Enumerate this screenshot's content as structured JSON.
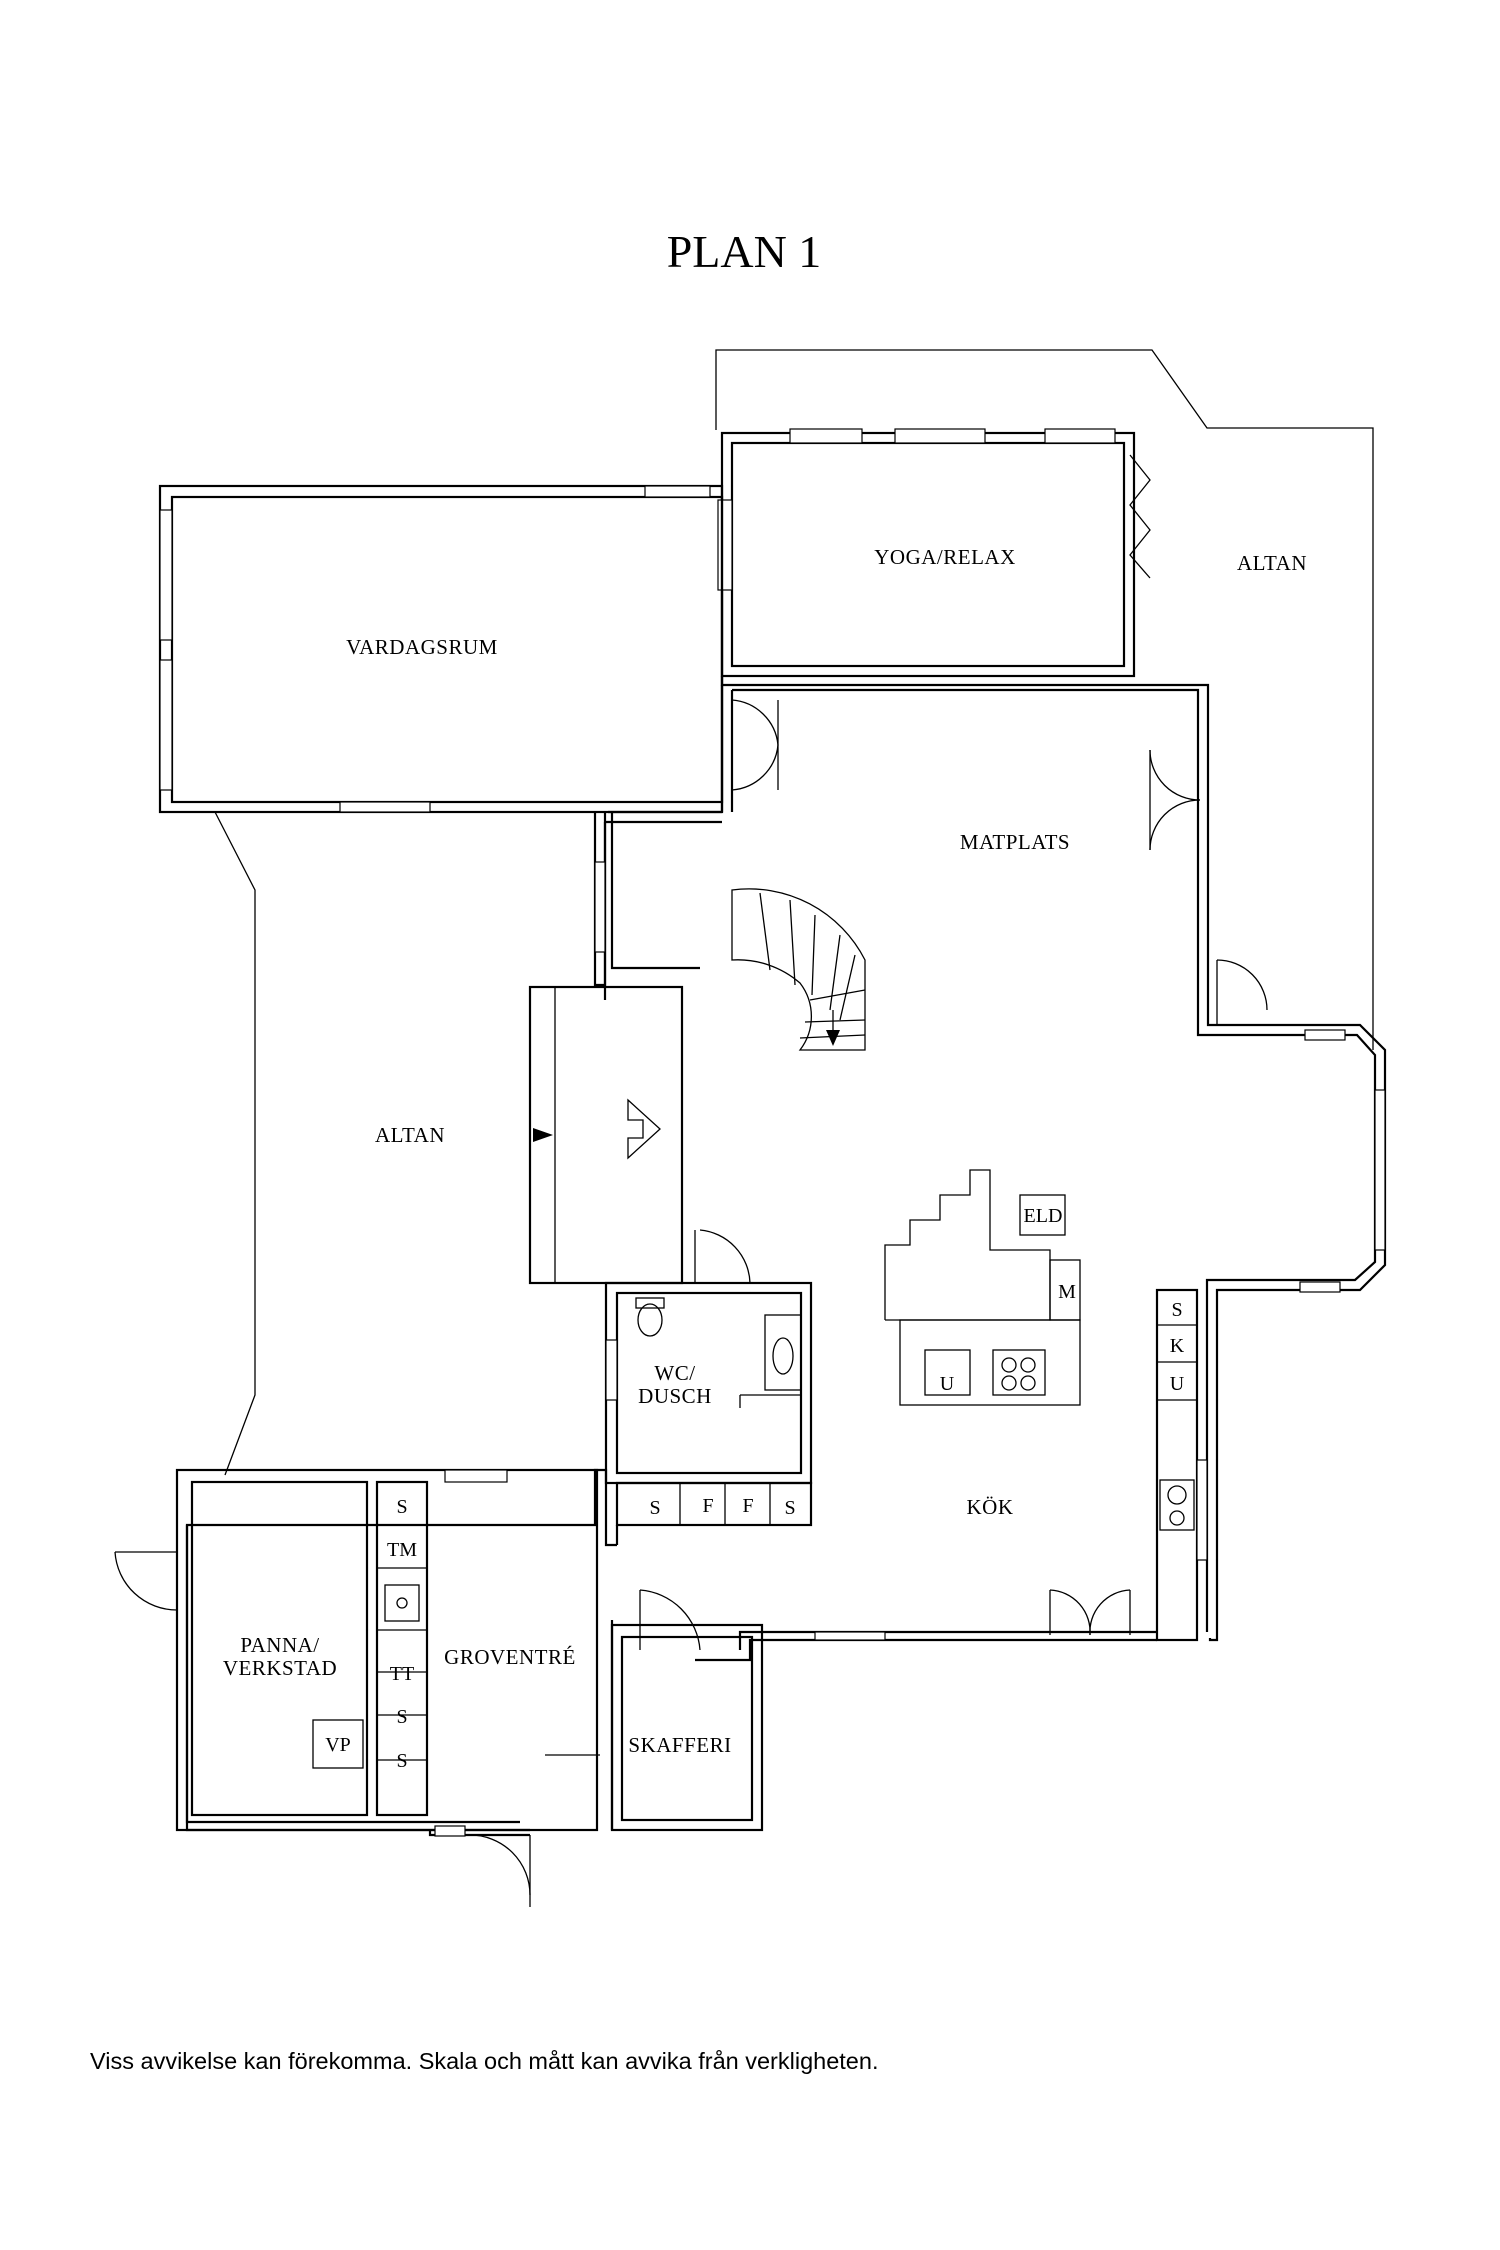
{
  "title": "PLAN 1",
  "rooms": {
    "yoga": "YOGA/RELAX",
    "altan_top": "ALTAN",
    "vardagsrum": "VARDAGSRUM",
    "matplats": "MATPLATS",
    "altan_left": "ALTAN",
    "eld": "ELD",
    "wc": "WC/",
    "wc2": "DUSCH",
    "kok": "KÖK",
    "panna": "PANNA/",
    "panna2": "VERKSTAD",
    "groventre": "GROVENTRÉ",
    "skafferi": "SKAFFERI"
  },
  "fixtures": {
    "m": "M",
    "u_island": "U",
    "s1": "S",
    "k1": "K",
    "u1": "U",
    "s_row": "S",
    "f1": "F",
    "f2": "F",
    "s_row2": "S",
    "g_s1": "S",
    "g_tm": "TM",
    "g_tt": "TT",
    "g_s2": "S",
    "g_s3": "S",
    "vp": "VP"
  },
  "disclaimer": "Viss avvikelse kan förekomma. Skala och mått kan avvika från verkligheten."
}
